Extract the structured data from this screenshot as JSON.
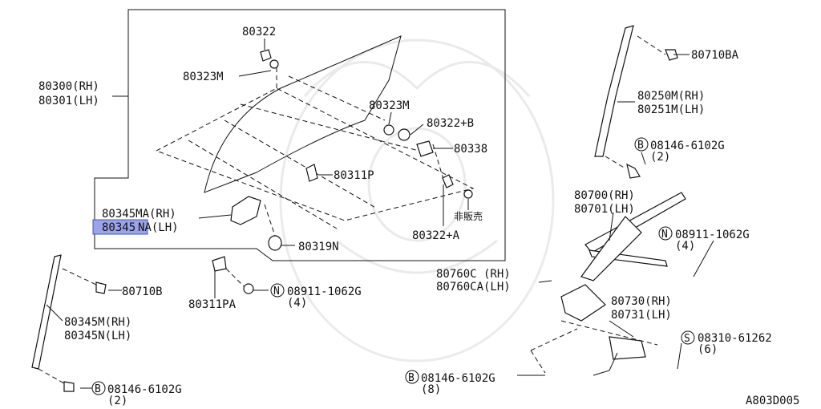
{
  "labels": {
    "p80322": "80322",
    "p80323M_a": "80323M",
    "p80300": "80300(RH)",
    "p80301": "80301(LH)",
    "p80323M_b": "80323M",
    "p80322A_b": "80322+B",
    "p80338": "80338",
    "p80311P": "80311P",
    "p80345MA": "80345MA(RH)",
    "p80345NA_code": "80345",
    "p80345NA_suffix": "NA(LH)",
    "p80319N": "80319N",
    "p80322A": "80322+A",
    "not_for_sale": "非販売",
    "p80311PA": "80311PA",
    "p08911_a": "08911-1062G",
    "p08911_a_qty": "(4)",
    "p80710B": "80710B",
    "p80345M": "80345M(RH)",
    "p80345N": "80345N(LH)",
    "p08146_a": "08146-6102G",
    "p08146_a_qty": "(2)",
    "p80710BA": "80710BA",
    "p80250M": "80250M(RH)",
    "p80251M": "80251M(LH)",
    "p08146_b": "08146-6102G",
    "p08146_b_qty": "(2)",
    "p80700": "80700(RH)",
    "p80701": "80701(LH)",
    "p08911_b": "08911-1062G",
    "p08911_b_qty": "(4)",
    "p80760C": "80760C (RH)",
    "p80760CA": "80760CA(LH)",
    "p80730": "80730(RH)",
    "p80731": "80731(LH)",
    "p08310": "08310-61262",
    "p08310_qty": "(6)",
    "p08146_c": "08146-6102G",
    "p08146_c_qty": "(8)",
    "diagram_code": "A803D005"
  },
  "badges": {
    "N": "N",
    "B": "B",
    "S": "S"
  },
  "colors": {
    "highlight": "#9aa4e6",
    "line": "#111111"
  }
}
